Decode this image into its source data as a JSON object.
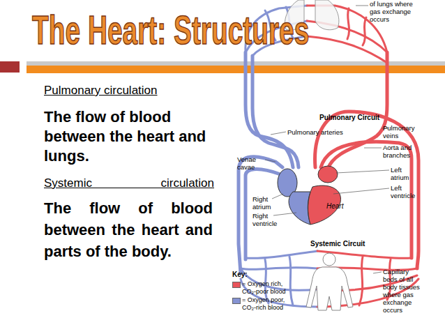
{
  "diagram": {
    "title": "The Heart: Structures",
    "labels": [
      "Pulmonary circulation",
      "The flow of blood between the heart and lungs.",
      "Systemic circulation",
      "The flow of blood between the heart and parts of the body.",
      "of lungs where gas exchange occurs",
      "Pulmonary Circuit",
      "Pulmonary arteries",
      "Pulmonary veins",
      "Aorta and branches",
      "Venae cavae",
      "Left atrium",
      "Left ventricle",
      "Right atrium",
      "Heart",
      "Right ventricle",
      "Systemic Circuit",
      "Capillary beds of all body tissues where gas exchange occurs",
      "Key:"
    ],
    "legend": [
      {
        "text": "= Oxygen rich, CO₂-poor blood",
        "color": "#e8545a"
      },
      {
        "text": "= Oxygen poor, CO₂-rich blood",
        "color": "#8593d3"
      }
    ]
  }
}
